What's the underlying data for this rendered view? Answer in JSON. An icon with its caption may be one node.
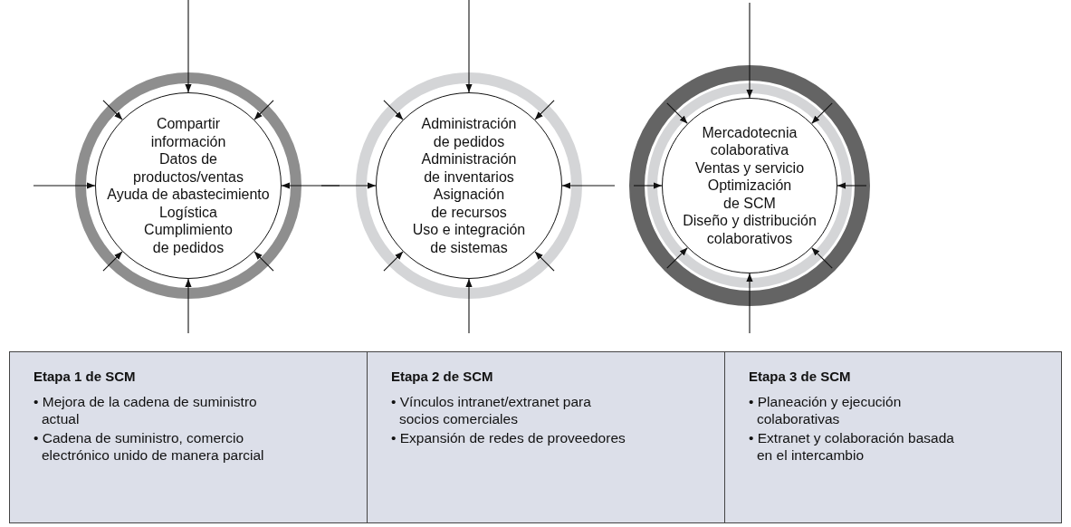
{
  "diagram": {
    "nodes": [
      {
        "text": [
          "Compartir información",
          "Datos de productos/ventas",
          "Ayuda de abastecimiento",
          "Logística",
          "Cumplimiento de pedidos"
        ]
      },
      {
        "text": [
          "Administración de pedidos",
          "Administración de inventarios",
          "Asignación de recursos",
          "Uso e integración de sistemas"
        ]
      },
      {
        "text": [
          "Mercadotecnia colaborativa",
          "Ventas y servicio",
          "Optimización de SCM",
          "Diseño y distribución colaborativos"
        ]
      },
      {
        "text": [
          "Etapa 1 de SCM",
          "• Mejora de la cadena de suministro actual",
          "• Cadena de suministro, comercio electrónico unido de manera parcial"
        ]
      },
      {
        "text": [
          "Etapa 2 de SCM",
          "• Vínculos intranet/extranet para socios comerciales",
          "• Expansión de redes de proveedores"
        ]
      },
      {
        "text": [
          "Etapa 3 de SCM",
          "• Planeación y ejecución colaborativas",
          "• Extranet y colaboración basada en el intercambio"
        ]
      }
    ],
    "edges": [
      {
        "from": null,
        "to": 0,
        "arrow": "to"
      },
      {
        "from": null,
        "to": 0,
        "arrow": "to"
      },
      {
        "from": null,
        "to": 0,
        "arrow": "to"
      },
      {
        "from": null,
        "to": 0,
        "arrow": "to"
      },
      {
        "from": null,
        "to": 0,
        "arrow": "to"
      },
      {
        "from": null,
        "to": 0,
        "arrow": "to"
      },
      {
        "from": null,
        "to": 0,
        "arrow": "to"
      },
      {
        "from": null,
        "to": 0,
        "arrow": "to"
      },
      {
        "from": null,
        "to": 1,
        "arrow": "to"
      },
      {
        "from": null,
        "to": 1,
        "arrow": "to"
      },
      {
        "from": null,
        "to": 1,
        "arrow": "to"
      },
      {
        "from": null,
        "to": 1,
        "arrow": "to"
      },
      {
        "from": null,
        "to": 1,
        "arrow": "to"
      },
      {
        "from": null,
        "to": 1,
        "arrow": "to"
      },
      {
        "from": null,
        "to": 1,
        "arrow": "to"
      },
      {
        "from": null,
        "to": 1,
        "arrow": "to"
      },
      {
        "from": null,
        "to": 2,
        "arrow": "to"
      },
      {
        "from": null,
        "to": 2,
        "arrow": "to"
      },
      {
        "from": null,
        "to": 2,
        "arrow": "to"
      },
      {
        "from": null,
        "to": 2,
        "arrow": "to"
      },
      {
        "from": null,
        "to": 2,
        "arrow": "to"
      },
      {
        "from": null,
        "to": 2,
        "arrow": "to"
      },
      {
        "from": null,
        "to": 2,
        "arrow": "to"
      },
      {
        "from": null,
        "to": 2,
        "arrow": "to"
      }
    ]
  }
}
